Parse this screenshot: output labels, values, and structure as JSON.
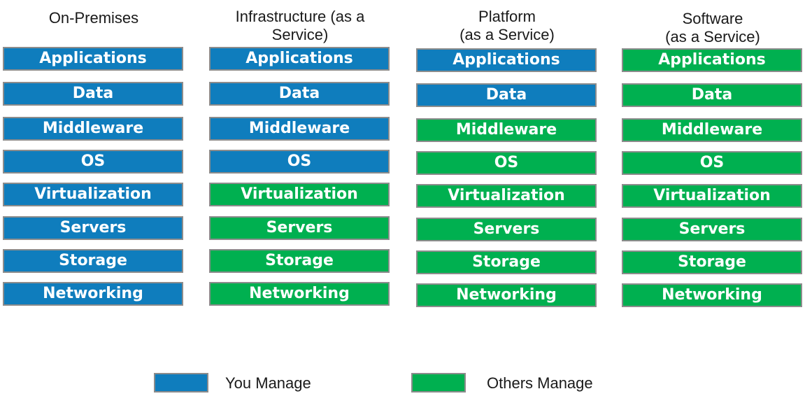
{
  "colors": {
    "you_manage": "#0f7dbd",
    "others_manage": "#00b050"
  },
  "columns": [
    {
      "title": "On-Premises",
      "layers": [
        {
          "label": "Applications",
          "managed_by": "you"
        },
        {
          "label": "Data",
          "managed_by": "you"
        },
        {
          "label": "Middleware",
          "managed_by": "you"
        },
        {
          "label": "OS",
          "managed_by": "you"
        },
        {
          "label": "Virtualization",
          "managed_by": "you"
        },
        {
          "label": "Servers",
          "managed_by": "you"
        },
        {
          "label": "Storage",
          "managed_by": "you"
        },
        {
          "label": "Networking",
          "managed_by": "you"
        }
      ]
    },
    {
      "title": "Infrastructure (as a\nService)",
      "layers": [
        {
          "label": "Applications",
          "managed_by": "you"
        },
        {
          "label": "Data",
          "managed_by": "you"
        },
        {
          "label": "Middleware",
          "managed_by": "you"
        },
        {
          "label": "OS",
          "managed_by": "you"
        },
        {
          "label": "Virtualization",
          "managed_by": "others"
        },
        {
          "label": "Servers",
          "managed_by": "others"
        },
        {
          "label": "Storage",
          "managed_by": "others"
        },
        {
          "label": "Networking",
          "managed_by": "others"
        }
      ]
    },
    {
      "title": "Platform\n(as a Service)",
      "layers": [
        {
          "label": "Applications",
          "managed_by": "you"
        },
        {
          "label": "Data",
          "managed_by": "you"
        },
        {
          "label": "Middleware",
          "managed_by": "others"
        },
        {
          "label": "OS",
          "managed_by": "others"
        },
        {
          "label": "Virtualization",
          "managed_by": "others"
        },
        {
          "label": "Servers",
          "managed_by": "others"
        },
        {
          "label": "Storage",
          "managed_by": "others"
        },
        {
          "label": "Networking",
          "managed_by": "others"
        }
      ]
    },
    {
      "title": "Software\n(as a Service)",
      "layers": [
        {
          "label": "Applications",
          "managed_by": "others"
        },
        {
          "label": "Data",
          "managed_by": "others"
        },
        {
          "label": "Middleware",
          "managed_by": "others"
        },
        {
          "label": "OS",
          "managed_by": "others"
        },
        {
          "label": "Virtualization",
          "managed_by": "others"
        },
        {
          "label": "Servers",
          "managed_by": "others"
        },
        {
          "label": "Storage",
          "managed_by": "others"
        },
        {
          "label": "Networking",
          "managed_by": "others"
        }
      ]
    }
  ],
  "legend": {
    "you_manage_label": "You Manage",
    "others_manage_label": "Others Manage"
  }
}
